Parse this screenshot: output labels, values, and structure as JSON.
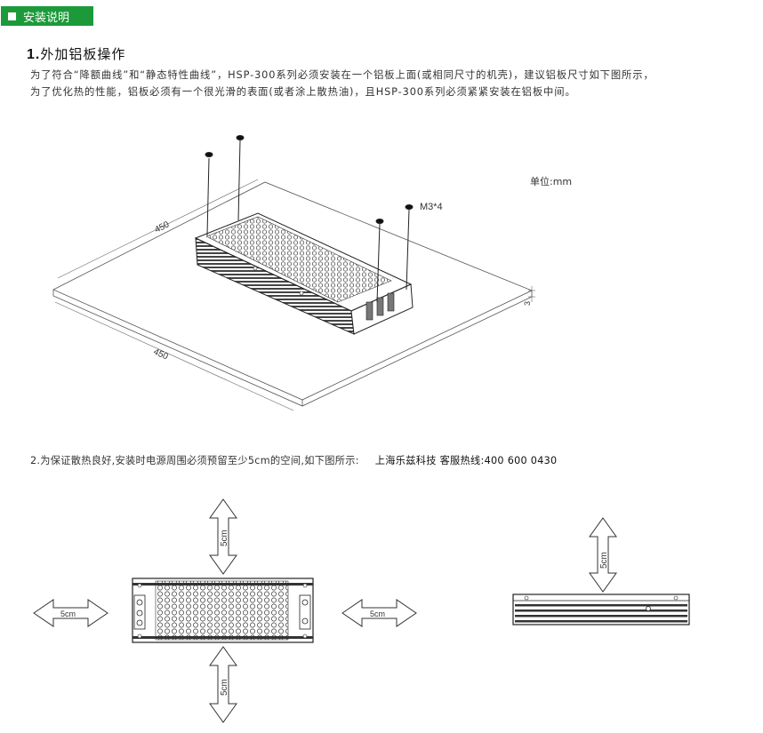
{
  "header": {
    "title": "安装说明"
  },
  "section1": {
    "number": "1.",
    "title": "外加铝板操作",
    "line1": "为了符合“降额曲线”和“静态特性曲线”，HSP-300系列必须安装在一个铝板上面(或相同尺寸的机壳)，建议铝板尺寸如下图所示，",
    "line2": "为了优化热的性能，铝板必须有一个很光滑的表面(或者涂上散热油)，且HSP-300系列必须紧紧安装在铝板中间。"
  },
  "diagram1": {
    "unit_label": "单位:mm",
    "screw_label": "M3*4",
    "dim_width": "450",
    "dim_length": "450",
    "dim_thickness": "3"
  },
  "section2": {
    "text": "2.为保证散热良好,安装时电源周围必须预留至少5cm的空间,如下图所示:",
    "hotline": "上海乐兹科技 客服热线:400 600 0430"
  },
  "diagram2": {
    "clearance_label": "5cm"
  }
}
